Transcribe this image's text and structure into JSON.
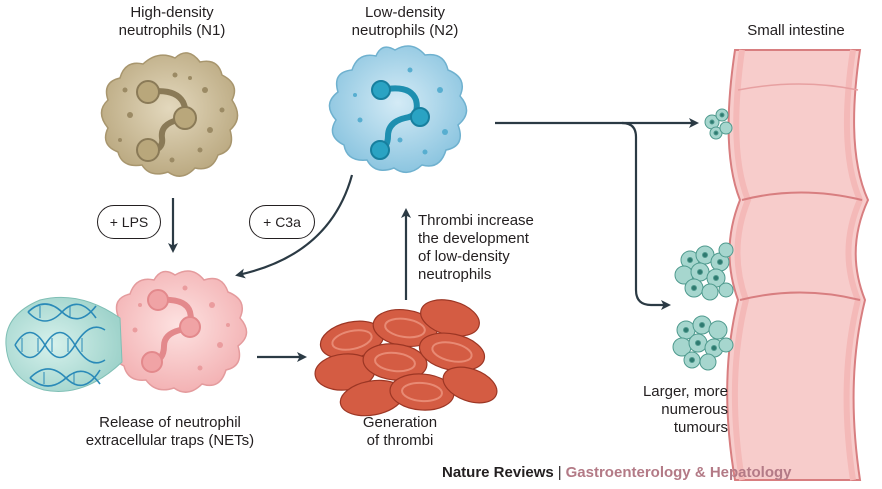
{
  "labels": {
    "high_density": [
      "High-density",
      "neutrophils (N1)"
    ],
    "low_density": [
      "Low-density",
      "neutrophils (N2)"
    ],
    "small_intestine": "Small intestine",
    "lps": "+ LPS",
    "c3a": "+ C3a",
    "thrombi_note": [
      "Thrombi increase",
      "the development",
      "of low-density",
      "neutrophils"
    ],
    "nets": [
      "Release of neutrophil",
      "extracellular traps (NETs)"
    ],
    "thrombi": [
      "Generation",
      "of thrombi"
    ],
    "tumours": [
      "Larger, more",
      "numerous",
      "tumours"
    ]
  },
  "footer": {
    "journal": "Nature Reviews",
    "separator": "|",
    "subject": "Gastroenterology & Hepatology"
  },
  "colors": {
    "n1_fill": "#c9bb98",
    "n1_dark": "#8a7a57",
    "n2_fill": "#a9d3e7",
    "n2_dark": "#1e8fb0",
    "net_fill": "#f6c4c3",
    "net_dark": "#e48a8c",
    "rbc": "#d45c43",
    "intestine": "#f1a7a6",
    "tumour": "#9fd0c8",
    "dna": "#2a8ab8",
    "arrow": "#2b3a44",
    "footer_subject": "#b37a86"
  }
}
